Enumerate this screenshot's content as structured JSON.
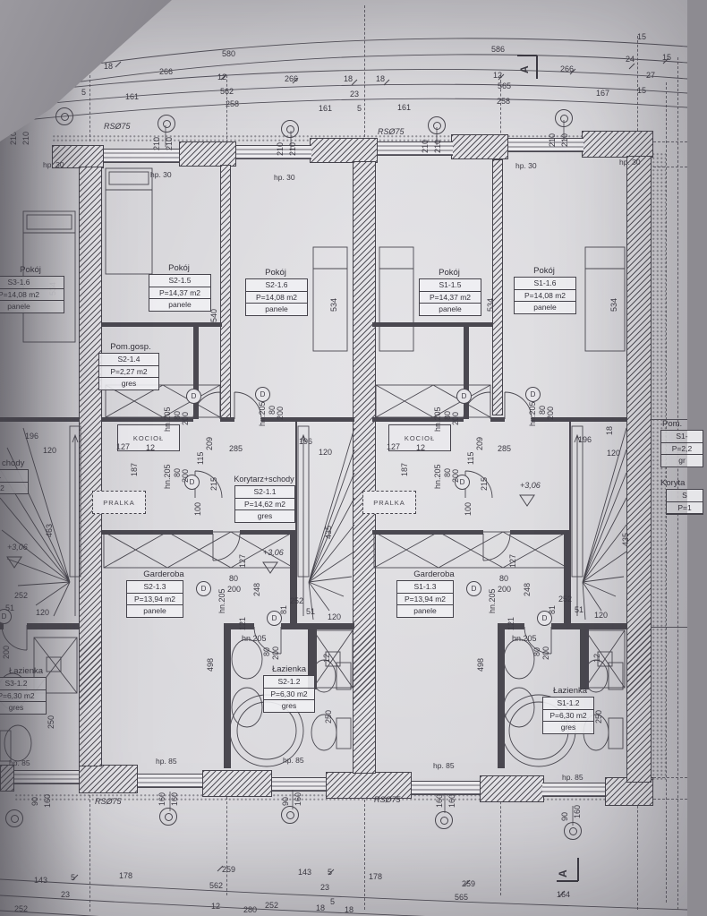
{
  "rooms": [
    {
      "name": "Pokój",
      "id": "S3-1.6",
      "area": "P=14,08 m2",
      "floor": "panele"
    },
    {
      "name": "Pokój",
      "id": "S2-1.5",
      "area": "P=14,37 m2",
      "floor": "panele"
    },
    {
      "name": "Pokój",
      "id": "S2-1.6",
      "area": "P=14,08 m2",
      "floor": "panele"
    },
    {
      "name": "Pokój",
      "id": "S1-1.5",
      "area": "P=14,37 m2",
      "floor": "panele"
    },
    {
      "name": "Pokój",
      "id": "S1-1.6",
      "area": "P=14,08 m2",
      "floor": "panele"
    },
    {
      "name": "Pom.gosp.",
      "id": "S2-1.4",
      "area": "P=2,27 m2",
      "floor": "gres"
    },
    {
      "name": "Korytarz+schody",
      "id": "S2-1.1",
      "area": "P=14,62 m2",
      "floor": "gres"
    },
    {
      "name": "Garderoba",
      "id": "S2-1.3",
      "area": "P=13,94 m2",
      "floor": "panele"
    },
    {
      "name": "Łazienka",
      "id": "S2-1.2",
      "area": "P=6,30 m2",
      "floor": "gres"
    },
    {
      "name": "Garderoba",
      "id": "S1-1.3",
      "area": "P=13,94 m2",
      "floor": "panele"
    },
    {
      "name": "Łazienka",
      "id": "S1-1.2",
      "area": "P=6,30 m2",
      "floor": "gres"
    },
    {
      "name": "Łazienka",
      "id": "S3-1.2",
      "area": "P=6,30 m2",
      "floor": "gres"
    },
    {
      "name": "Pom.",
      "id": "S1-",
      "area": "P=2,2",
      "floor": "gr"
    },
    {
      "name": "Koryta",
      "id": "S",
      "area": "P=1",
      "floor": ""
    }
  ],
  "partial_left": {
    "tail": "chody",
    "r1": "1",
    "r2": "m2"
  },
  "fixtures": {
    "kociol": "KOCIOŁ",
    "pralka": "PRALKA"
  },
  "marks": {
    "rs": "RSØ75",
    "hp30": "hp. 30",
    "hp85": "hp. 85",
    "level": "+3,06",
    "section": "A",
    "d": "D"
  },
  "door": {
    "hn": "hn.205",
    "w": "80",
    "h": "200"
  },
  "win_top": "210",
  "win": {
    "w90": "90",
    "w160": "160"
  },
  "dims": {
    "top": [
      "5",
      "586",
      "15",
      "5",
      "580",
      "24",
      "15",
      "266",
      "18",
      "18",
      "266",
      "12",
      "266",
      "18",
      "18",
      "12",
      "266",
      "27",
      "23",
      "562",
      "23",
      "565",
      "161",
      "5",
      "161",
      "258",
      "161",
      "5",
      "161",
      "258",
      "167",
      "15"
    ],
    "bottom": [
      "143",
      "5",
      "178",
      "259",
      "143",
      "5",
      "178",
      "259",
      "164",
      "23",
      "562",
      "23",
      "565",
      "252",
      "12",
      "280",
      "252",
      "18",
      "5",
      "18"
    ],
    "left": [
      "196",
      "120",
      "252",
      "51",
      "120",
      "200",
      "250",
      "463"
    ],
    "right": [
      "196",
      "120",
      "18",
      "435"
    ],
    "depth": [
      "534",
      "540",
      "534",
      "534",
      "534"
    ],
    "inner": [
      "127",
      "12",
      "187",
      "209",
      "115",
      "285",
      "196",
      "120",
      "215",
      "100",
      "127",
      "248",
      "252",
      "51",
      "81",
      "121",
      "120",
      "498",
      "435",
      "12",
      "250",
      "127",
      "12",
      "187",
      "209",
      "115",
      "285",
      "215",
      "100",
      "127",
      "248",
      "252",
      "51",
      "81",
      "121",
      "120",
      "498",
      "12",
      "250"
    ]
  }
}
